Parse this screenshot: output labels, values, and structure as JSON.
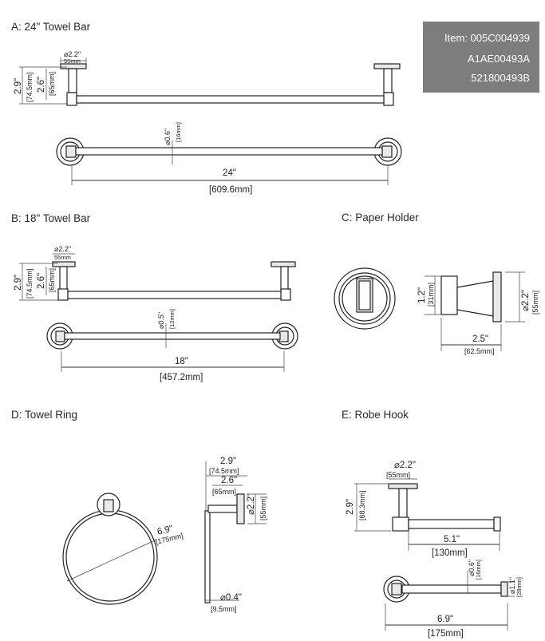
{
  "item_box": {
    "line1": "Item: 005C004939",
    "line2": "A1AE00493A",
    "line3": "521800493B"
  },
  "sections": {
    "a": {
      "title": "A: 24\" Towel Bar",
      "height_in": "2.9\"",
      "height_mm": "[74.5mm]",
      "post_in": "2.6\"",
      "post_mm": "[65mm]",
      "mount_in": "⌀2.2\"",
      "mount_mm": "55mm",
      "bar_dia_in": "⌀0.6\"",
      "bar_dia_mm": "[16mm]",
      "length_in": "24\"",
      "length_mm": "[609.6mm]"
    },
    "b": {
      "title": "B: 18\" Towel Bar",
      "height_in": "2.9\"",
      "height_mm": "[74.5mm]",
      "post_in": "2.6\"",
      "post_mm": "[65mm]",
      "mount_in": "⌀2.2\"",
      "mount_mm": "55mm",
      "bar_dia_in": "⌀0.5\"",
      "bar_dia_mm": "[12mm]",
      "length_in": "18\"",
      "length_mm": "[457.2mm]"
    },
    "c": {
      "title": "C: Paper Holder",
      "height_in": "1.2\"",
      "height_mm": "[31mm]",
      "mount_in": "⌀2.2\"",
      "mount_mm": "[55mm]",
      "depth_in": "2.5\"",
      "depth_mm": "[62.5mm]"
    },
    "d": {
      "title": "D: Towel Ring",
      "ring_in": "6.9\"",
      "ring_mm": "[175mm]",
      "proj_in": "2.9\"",
      "proj_mm": "[74.5mm]",
      "post_in": "2.6\"",
      "post_mm": "[65mm]",
      "mount_in": "⌀2.2\"",
      "mount_mm": "[55mm]",
      "wire_in": "⌀0.4\"",
      "wire_mm": "[9.5mm]"
    },
    "e": {
      "title": "E: Robe Hook",
      "mount_in": "⌀2.2\"",
      "mount_mm": "[55mm]",
      "height_in": "2.9\"",
      "height_mm": "[68.3mm]",
      "arm_in": "5.1\"",
      "arm_mm": "[130mm]",
      "dia_in": "⌀0.6\"",
      "dia_mm": "[16mm]",
      "tip_in": "⌀1.1\"",
      "tip_mm": "[28mm]",
      "length_in": "6.9\"",
      "length_mm": "[175mm]"
    }
  }
}
